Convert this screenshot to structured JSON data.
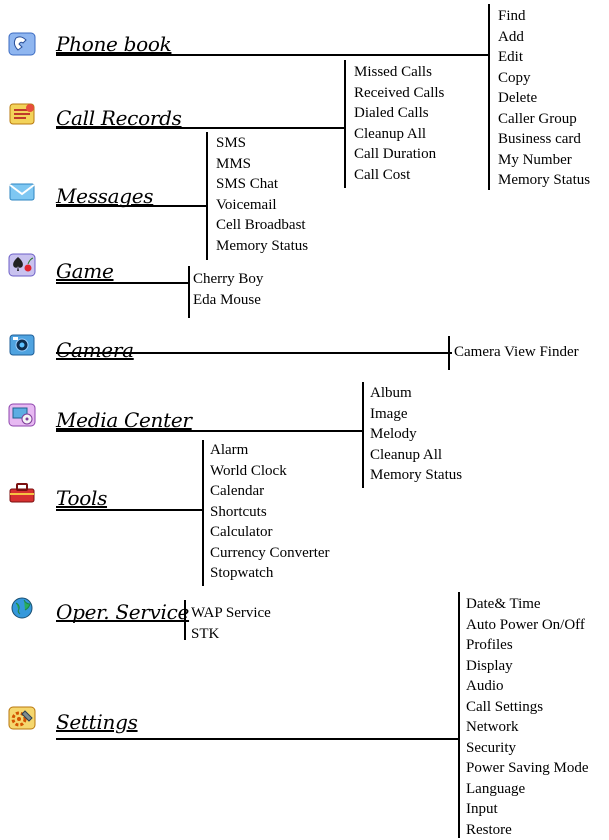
{
  "menus": {
    "phonebook": {
      "title": "Phone book",
      "icon": "phonebook-icon",
      "items": [
        "Find",
        "Add",
        "Edit",
        "Copy",
        "Delete",
        "Caller Group",
        "Business card",
        "My Number",
        "Memory Status"
      ]
    },
    "callrecords": {
      "title": "Call Records",
      "icon": "call-records-icon",
      "items": [
        "Missed Calls",
        "Received Calls",
        "Dialed Calls",
        "Cleanup All",
        "Call Duration",
        "Call Cost"
      ]
    },
    "messages": {
      "title": "Messages",
      "icon": "envelope-icon",
      "items": [
        "SMS",
        "MMS",
        "SMS Chat",
        "Voicemail",
        "Cell Broadbast",
        "Memory Status"
      ]
    },
    "game": {
      "title": "Game",
      "icon": "game-spade-cherry-icon",
      "items": [
        "Cherry Boy",
        "Eda Mouse"
      ]
    },
    "camera": {
      "title": "Camera",
      "icon": "camera-icon",
      "items": [
        "Camera View Finder"
      ]
    },
    "media": {
      "title": "Media Center",
      "icon": "media-center-icon",
      "items": [
        "Album",
        "Image",
        "Melody",
        "Cleanup All",
        "Memory Status"
      ]
    },
    "tools": {
      "title": "Tools",
      "icon": "toolbox-icon",
      "items": [
        "Alarm",
        "World Clock",
        "Calendar",
        "Shortcuts",
        "Calculator",
        "Currency Converter",
        "Stopwatch"
      ]
    },
    "oper": {
      "title": "Oper. Service",
      "icon": "globe-icon",
      "items": [
        "WAP Service",
        "STK"
      ]
    },
    "settings": {
      "title": "Settings",
      "icon": "settings-gear-icon",
      "items": [
        "Date& Time",
        "Auto Power On/Off",
        "Profiles",
        "Display",
        "Audio",
        "Call Settings",
        "Network",
        "Security",
        "Power Saving Mode",
        "Language",
        "Input",
        "Restore"
      ]
    }
  }
}
